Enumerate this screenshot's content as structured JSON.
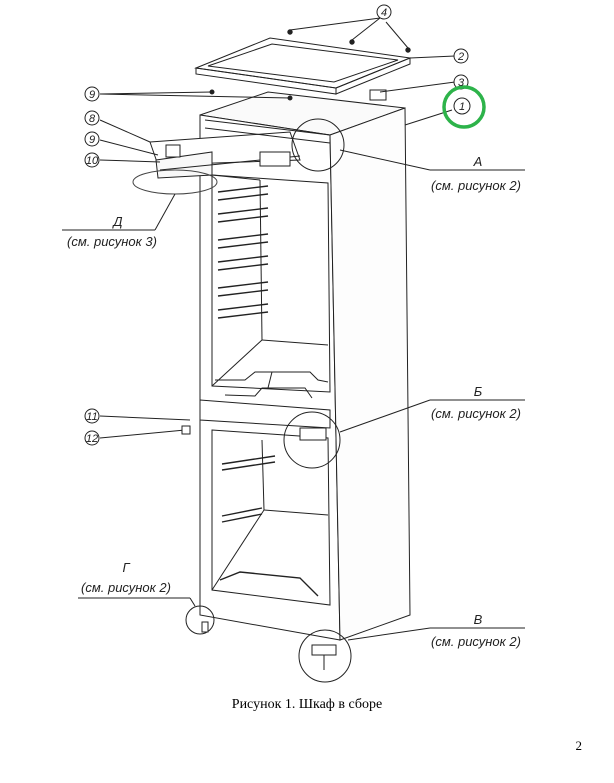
{
  "figure": {
    "caption": "Рисунок 1. Шкаф в сборе",
    "page_number": "2",
    "highlight_color": "#2db34a",
    "callouts": {
      "c1": "1",
      "c2": "2",
      "c3": "3",
      "c4": "4",
      "c8": "8",
      "c9a": "9",
      "c9b": "9",
      "c10": "10",
      "c11": "11",
      "c12": "12"
    },
    "views": {
      "A": {
        "letter": "А",
        "ref": "(см. рисунок 2)"
      },
      "B": {
        "letter": "Б",
        "ref": "(см. рисунок 2)"
      },
      "V": {
        "letter": "В",
        "ref": "(см. рисунок 2)"
      },
      "G": {
        "letter": "Г",
        "ref": "(см. рисунок 2)"
      },
      "D": {
        "letter": "Д",
        "ref": "(см. рисунок 3)"
      }
    }
  }
}
